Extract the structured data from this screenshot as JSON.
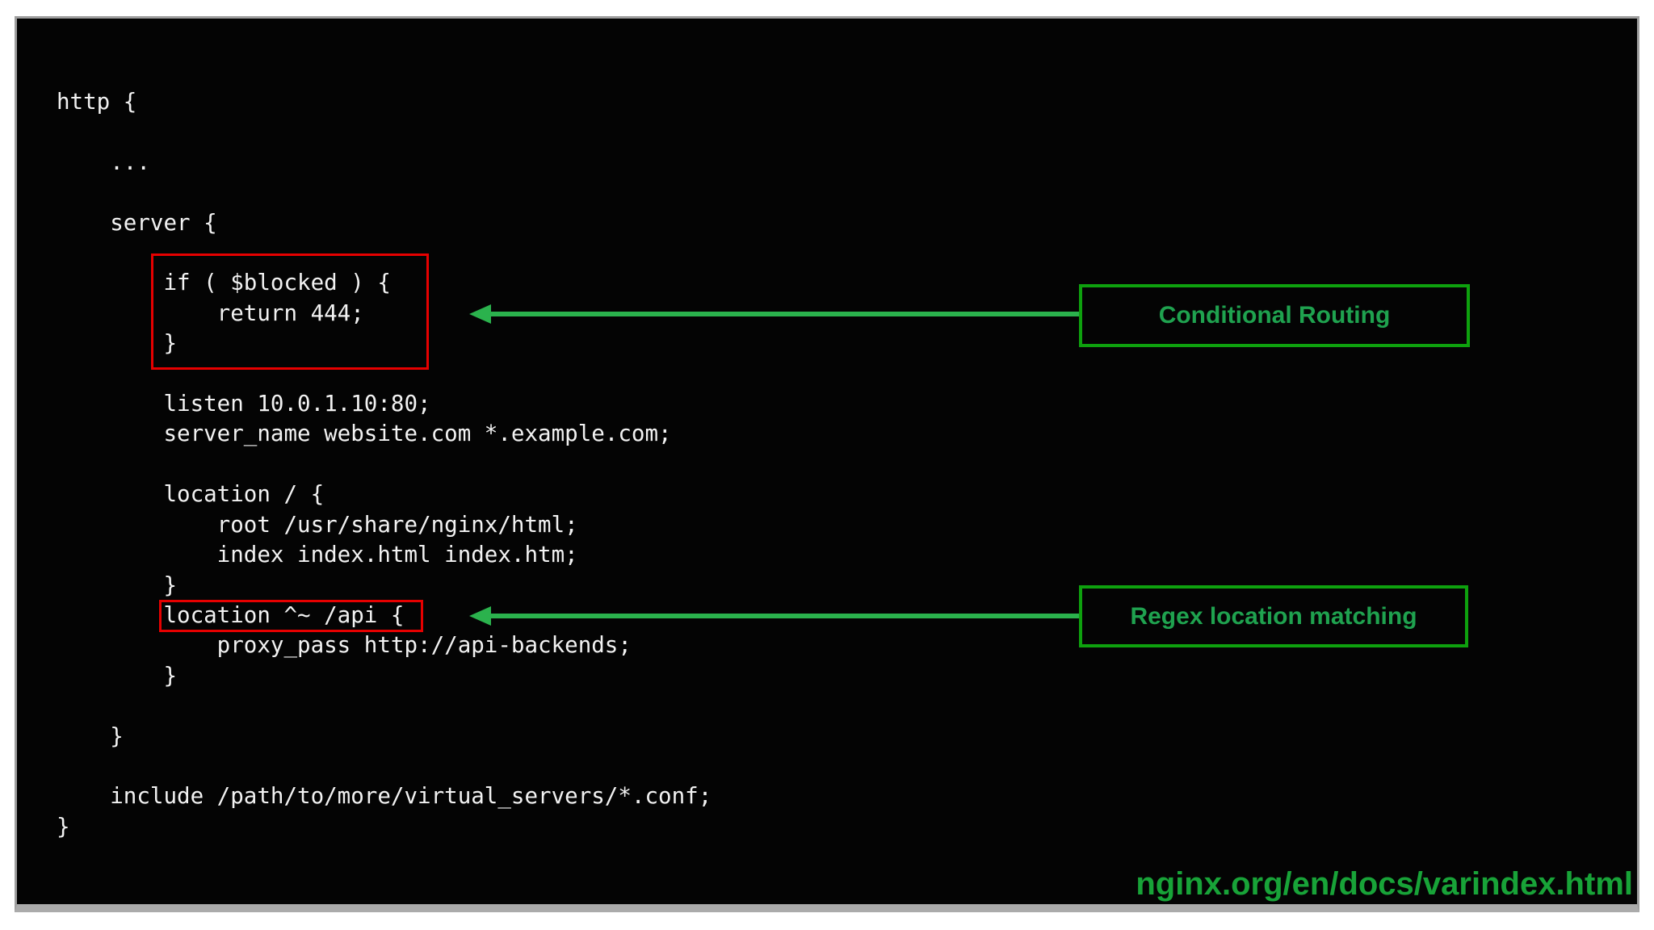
{
  "slide": {
    "code_text": "http {\n\n    ...\n\n    server {\n\n        if ( $blocked ) {\n            return 444;\n        }\n\n        listen 10.0.1.10:80;\n        server_name website.com *.example.com;\n\n        location / {\n            root /usr/share/nginx/html;\n            index index.html index.htm;\n        }\n        location ^~ /api {\n            proxy_pass http://api-backends;\n        }\n\n    }\n\n    include /path/to/more/virtual_servers/*.conf;\n}",
    "annotations": [
      {
        "label": "Conditional Routing",
        "highlighted_code": "if ( $blocked ) {\n    return 444;\n}"
      },
      {
        "label": "Regex location matching",
        "highlighted_code": "location ^~ /api {"
      }
    ],
    "footer_url": "nginx.org/en/docs/varindex.html"
  },
  "colors": {
    "slide_bg": "#040404",
    "frame_border": "#9e9e9e",
    "frame_shadow": "#ababab",
    "code_text": "#f2f2f2",
    "accent_red": "#e60000",
    "green_border": "#0ea10e",
    "green_label": "#1fa24f",
    "green_arrow": "#2bb24d",
    "green_url": "#18a338"
  }
}
